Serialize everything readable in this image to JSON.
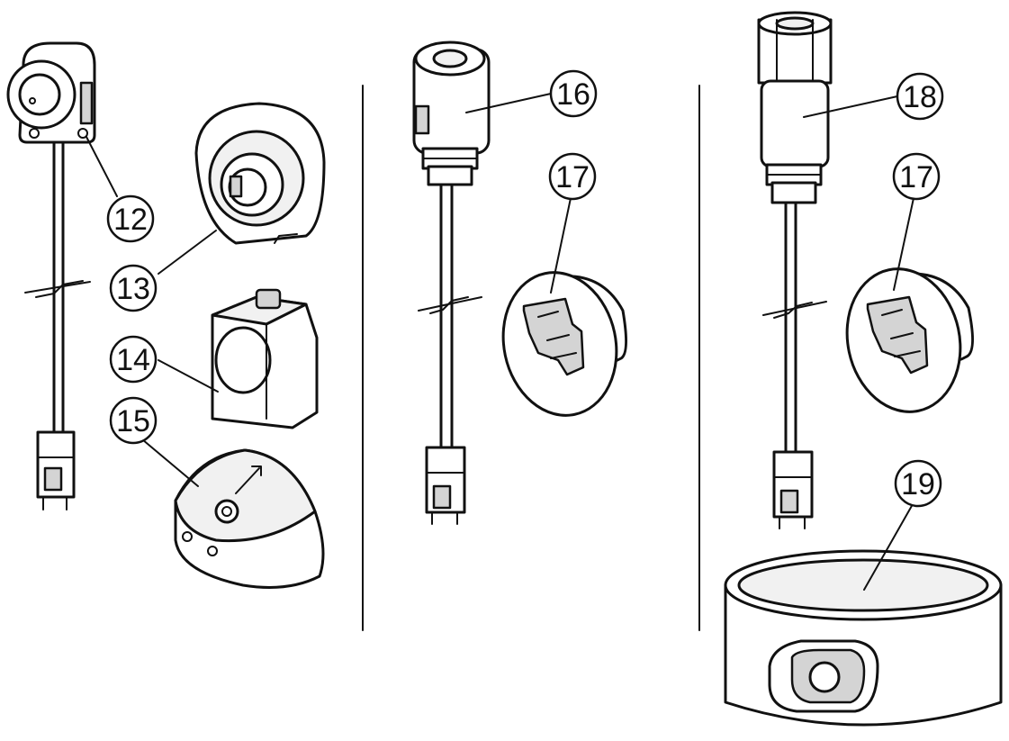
{
  "callouts": {
    "c12": "12",
    "c13": "13",
    "c14": "14",
    "c15": "15",
    "c16": "16",
    "c17a": "17",
    "c18": "18",
    "c17b": "17",
    "c19": "19"
  }
}
